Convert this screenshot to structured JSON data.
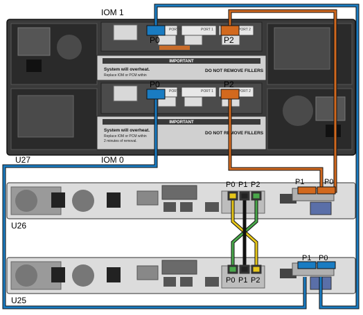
{
  "labels": {
    "iom_top": "IOM 1",
    "iom_bottom": "IOM 0",
    "u27": "U27",
    "u26": "U26",
    "u25": "U25",
    "iom1_p0": "P0",
    "iom1_p2": "P2",
    "iom0_p0": "P0",
    "iom0_p2": "P2",
    "u26_p0": "P0",
    "u26_p1": "P1",
    "u26_p2": "P2",
    "u26_hba_p1": "P1",
    "u26_hba_p0": "P0",
    "u25_p0": "P0",
    "u25_p1": "P1",
    "u25_p2": "P2",
    "u25_hba_p1": "P1",
    "u25_hba_p0": "P0"
  },
  "iom_ports": [
    "PORT 0",
    "PORT 1",
    "PORT 2"
  ],
  "warning_text": {
    "important": "IMPORTANT",
    "overheat": "System will overheat.",
    "replace": "Replace IOM or PCM within",
    "minutes": "2 minutes of removal.",
    "fillers": "DO NOT REMOVE FILLERS"
  },
  "colors": {
    "sas_blue": "#1a7cc2",
    "sas_orange": "#d2691e",
    "cluster_yellow": "#e6c619",
    "cluster_green": "#49a84a",
    "cluster_black": "#111111"
  }
}
